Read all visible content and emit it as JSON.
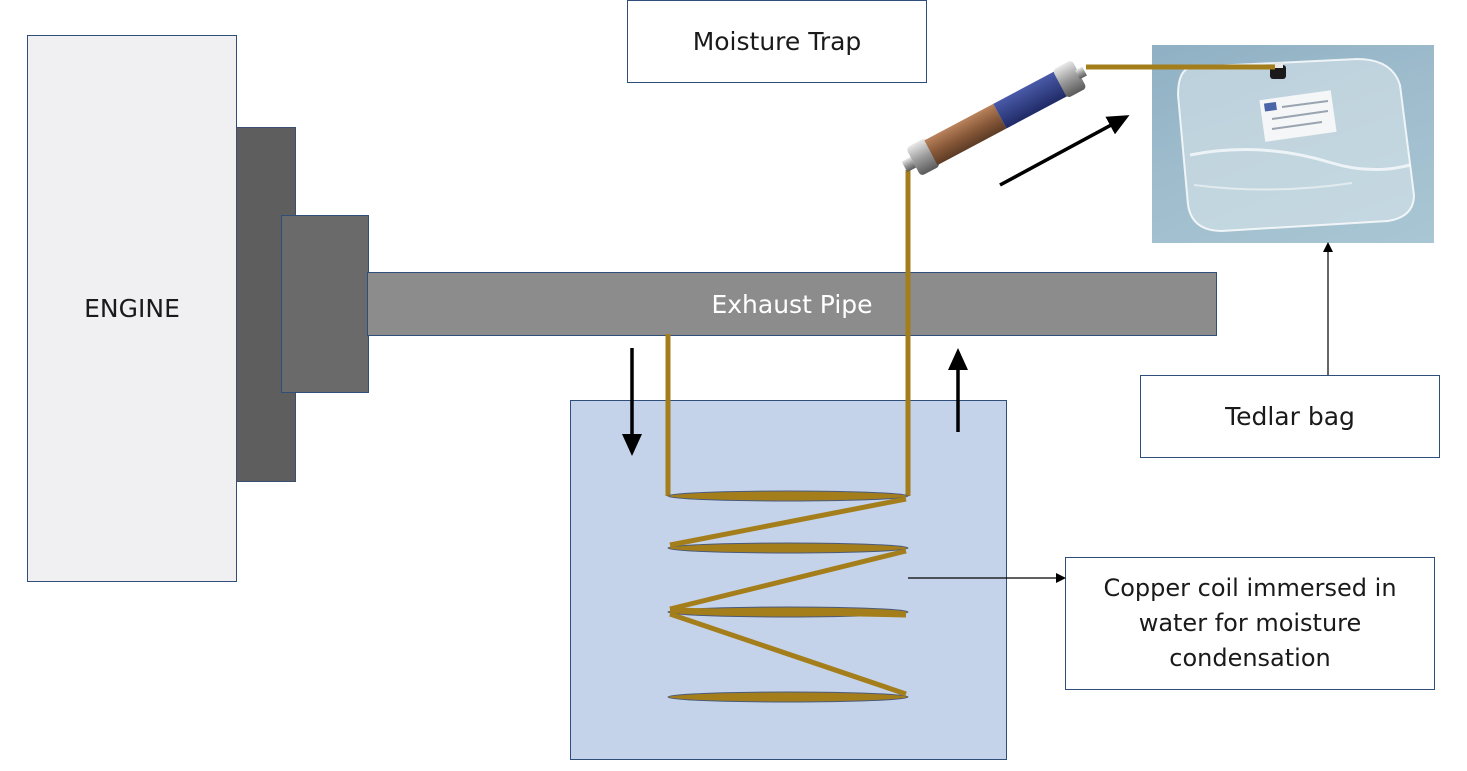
{
  "labels": {
    "engine": "ENGINE",
    "exhaust_pipe": "Exhaust Pipe",
    "moisture_trap": "Moisture Trap",
    "tedlar_bag": "Tedlar bag",
    "copper_coil": "Copper coil immersed in water for moisture condensation"
  },
  "colors": {
    "copper_tube": "#a57e1c",
    "water": "#c4d3ea",
    "pipe": "#8c8c8c",
    "border": "#2f4f7a"
  }
}
